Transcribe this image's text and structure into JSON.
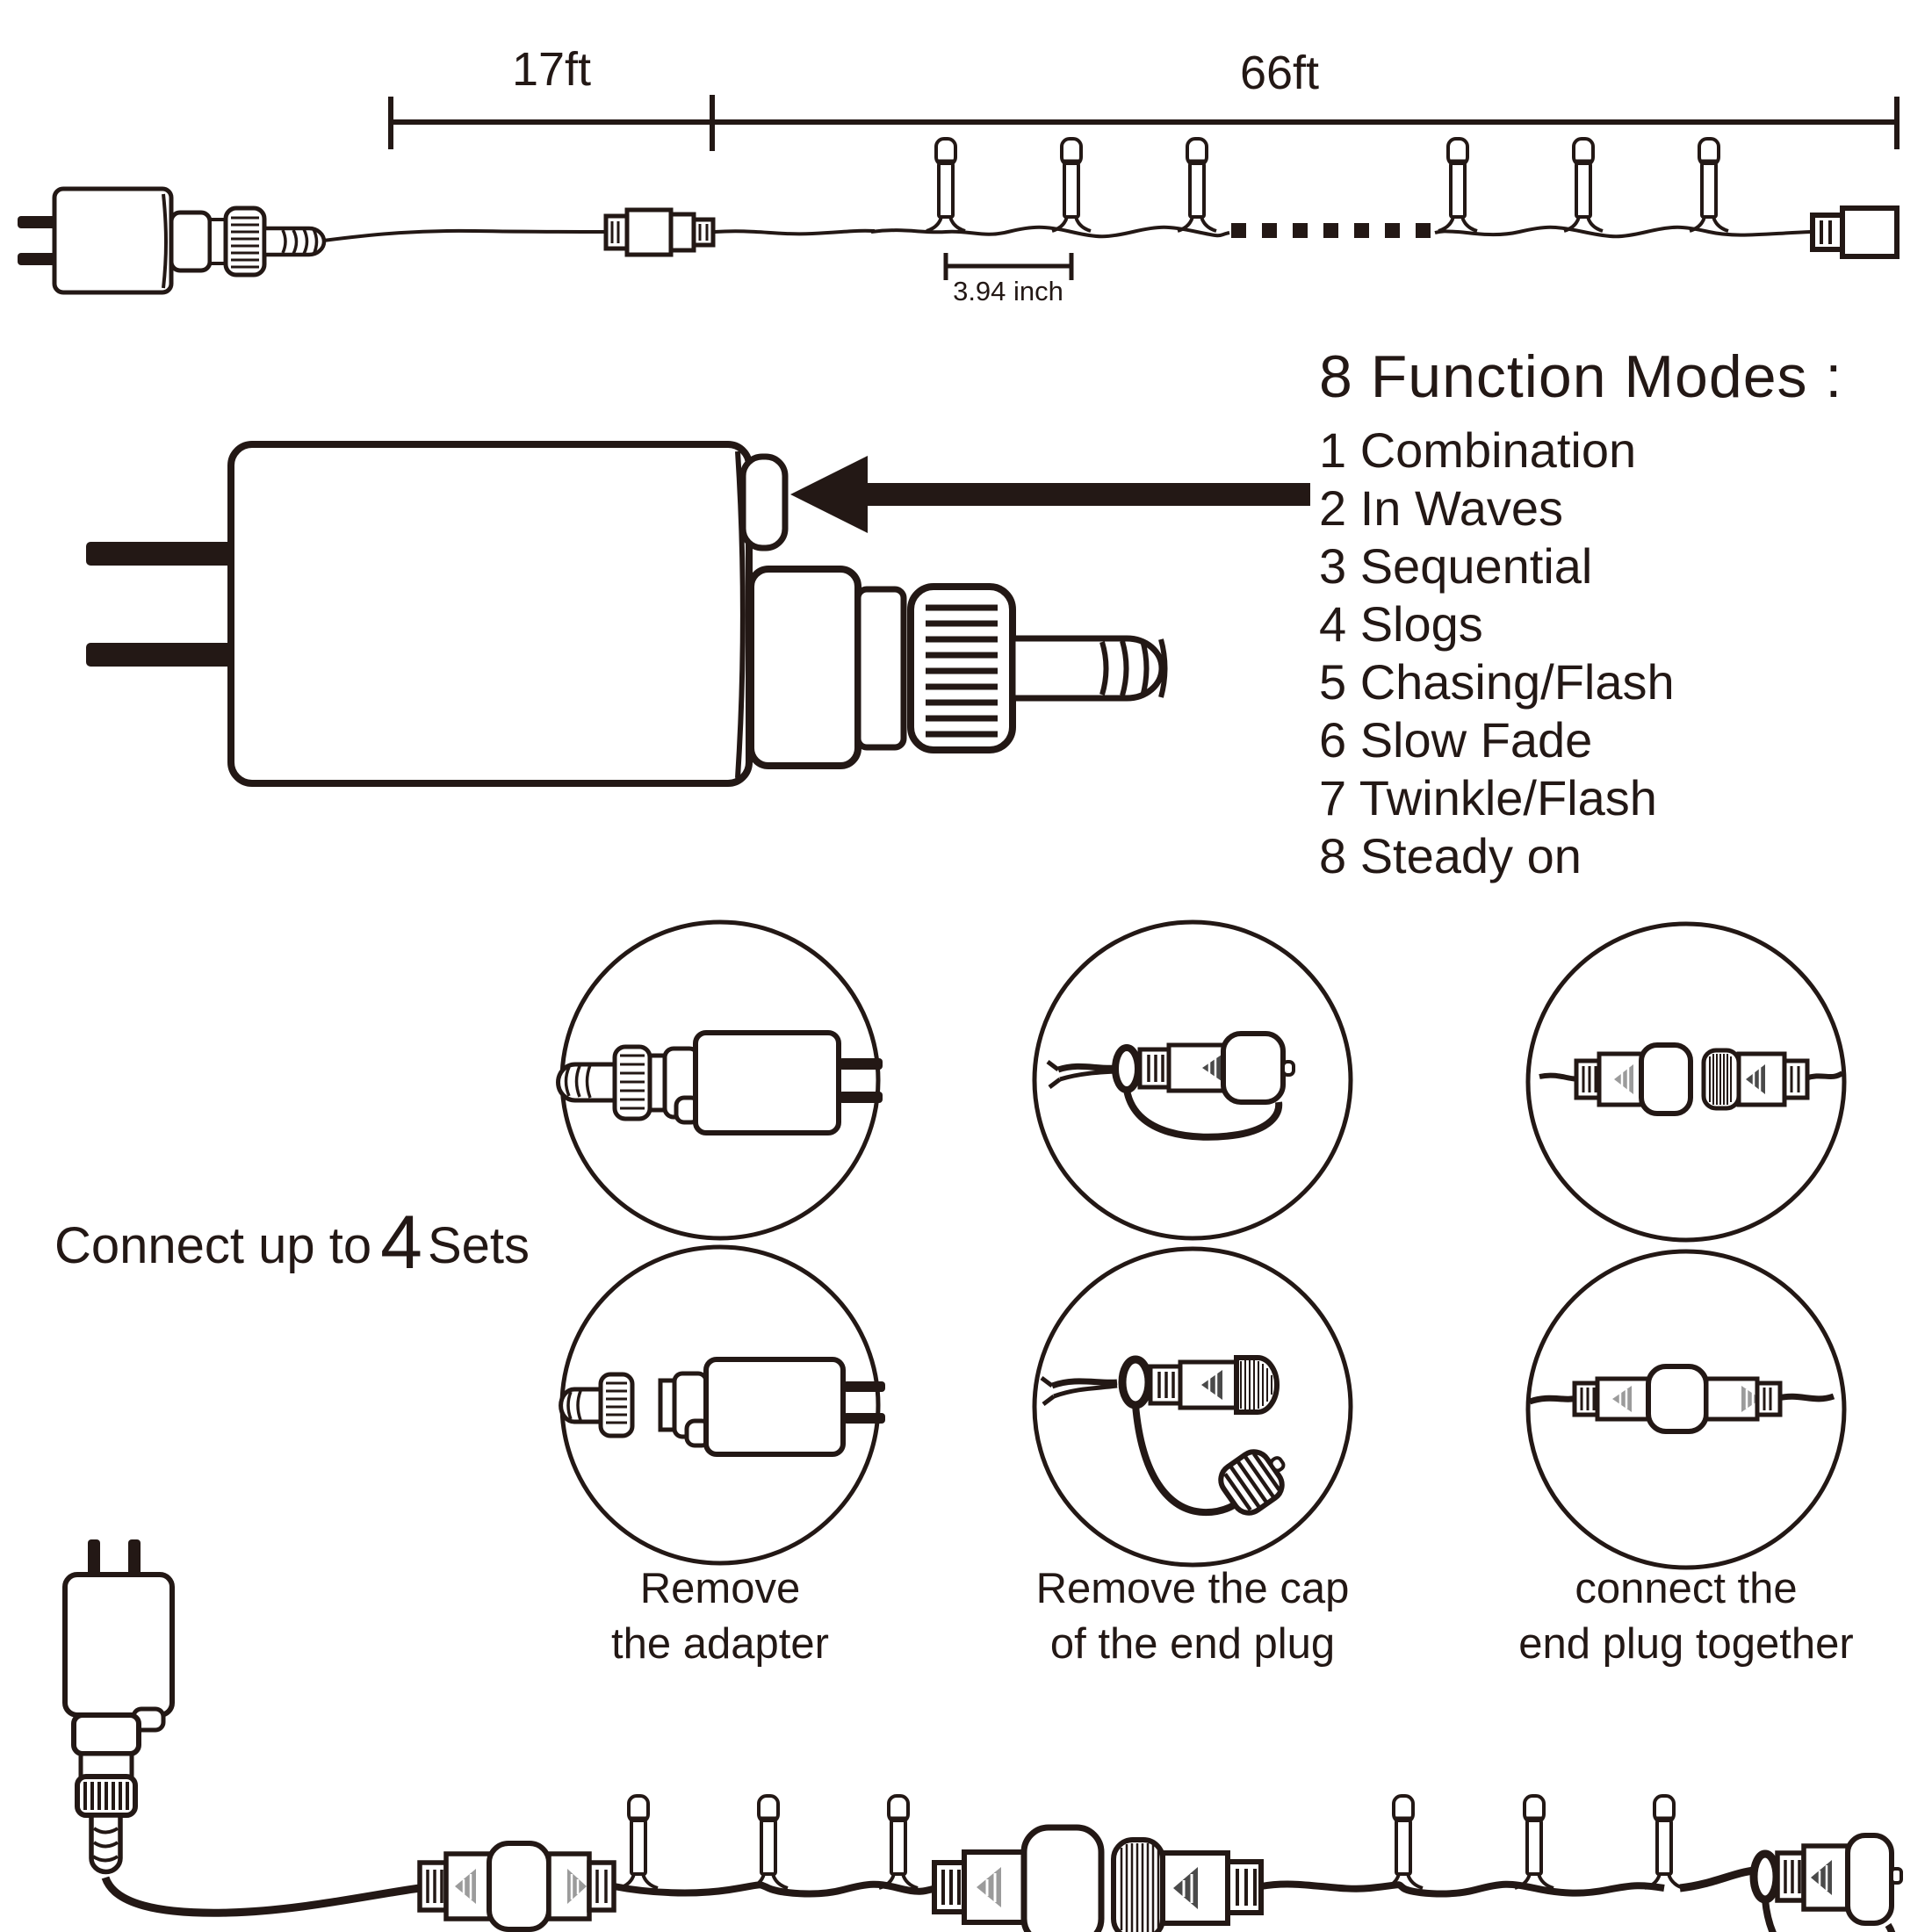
{
  "colors": {
    "ink": "#231815",
    "fan_light": "#9b9b9b",
    "fan_dark": "#4a4a4a"
  },
  "dimensions": {
    "adapter_lead": "17ft",
    "lighted_length": "66ft",
    "bulb_spacing": "3.94 inch"
  },
  "modes": {
    "title": "8 Function Modes :",
    "items": [
      "1 Combination",
      "2 In Waves",
      "3 Sequential",
      "4 Slogs",
      "5 Chasing/Flash",
      "6 Slow Fade",
      "7 Twinkle/Flash",
      "8 Steady on"
    ]
  },
  "connect_note": {
    "prefix": "Connect up to",
    "count": "4",
    "suffix": "Sets"
  },
  "steps": [
    {
      "line1": "Remove",
      "line2": "the adapter"
    },
    {
      "line1": "Remove the cap",
      "line2": "of the end plug"
    },
    {
      "line1": "connect the",
      "line2": "end plug together"
    }
  ]
}
